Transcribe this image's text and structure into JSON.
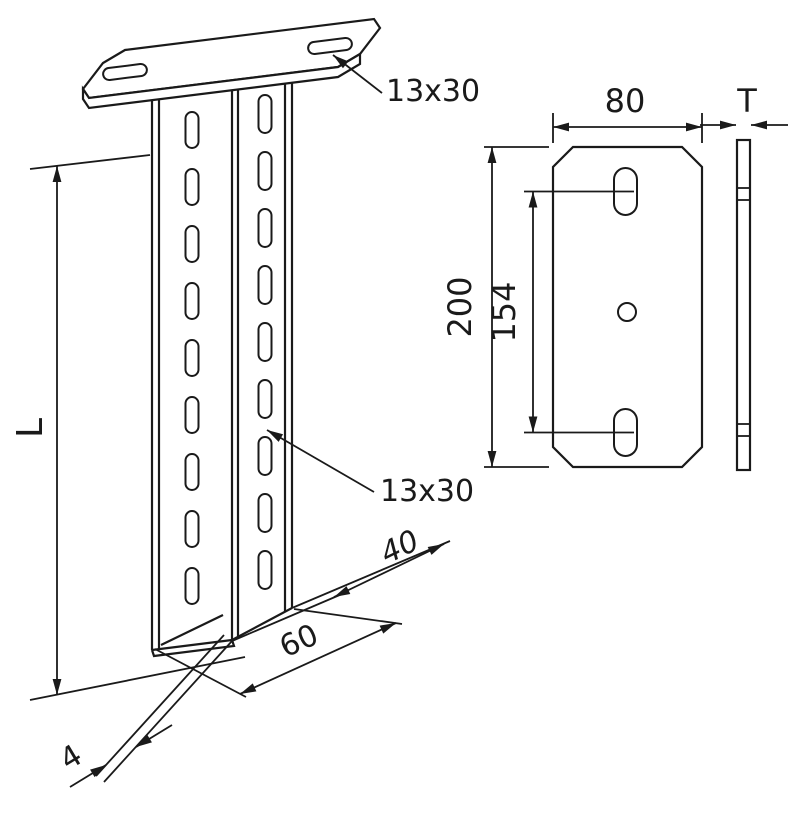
{
  "labels": {
    "plate_slot": "13x30",
    "channel_slot": "13x30",
    "length": "L",
    "plate_width": "80",
    "plate_thickness": "T",
    "plate_height": "200",
    "hole_spacing": "154",
    "flange_depth": "40",
    "web_width": "60",
    "material_thickness": "4"
  },
  "colors": {
    "line": "#1a1a1a",
    "background": "#ffffff"
  }
}
